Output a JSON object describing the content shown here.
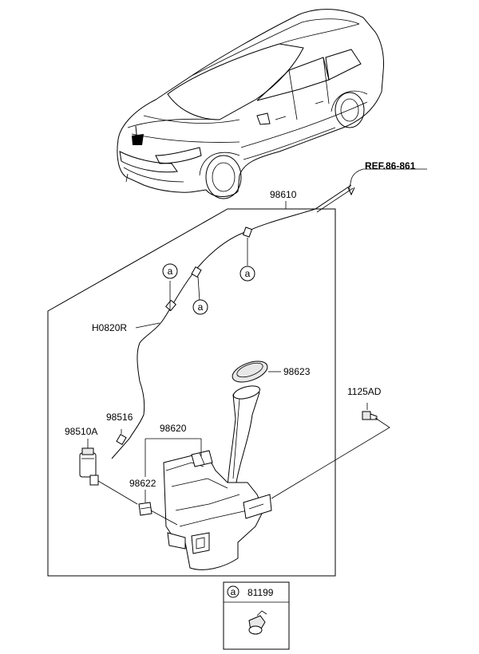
{
  "callout_labels": {
    "ref": "REF.86-861",
    "hose_assy": "98610",
    "hose_r": "H0820R",
    "cap": "98623",
    "bolt": "1125AD",
    "nozzle": "98516",
    "pump": "98510A",
    "reservoir": "98620",
    "grommet": "98622"
  },
  "clip_marker": "a",
  "legend": {
    "marker": "a",
    "part_number": "81199"
  },
  "colors": {
    "line": "#000000",
    "background": "#ffffff"
  }
}
